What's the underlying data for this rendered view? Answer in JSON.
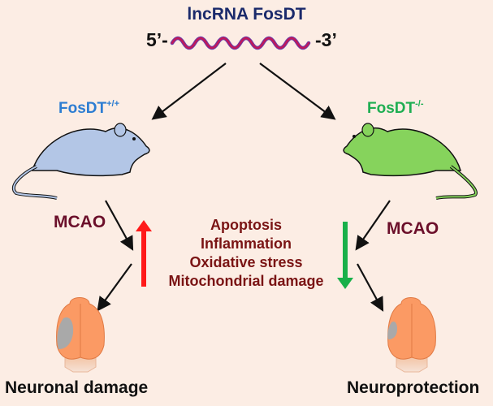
{
  "title": "lncRNA FosDT",
  "rna": {
    "five_prime": "5’-",
    "three_prime": "-3’"
  },
  "left": {
    "genotype": "FosDT",
    "genotype_sup": "+/+",
    "treatment": "MCAO",
    "trend": "up",
    "outcome": "Neuronal damage",
    "lesion_size": "large"
  },
  "right": {
    "genotype": "FosDT",
    "genotype_sup": "-/-",
    "treatment": "MCAO",
    "trend": "down",
    "outcome": "Neuroprotection",
    "lesion_size": "small"
  },
  "effects": [
    "Apoptosis",
    "Inflammation",
    "Oxidative stress",
    "Mitochondrial damage"
  ],
  "colors": {
    "background": "#fcede4",
    "title": "#1b2a6b",
    "wt_label": "#2d7dd2",
    "ko_label": "#1fae52",
    "wt_mouse": "#b3c6e6",
    "ko_mouse": "#86d35c",
    "up_arrow": "#ff1a1a",
    "down_arrow": "#18b04a",
    "brain": "#fb9a64",
    "lesion": "#a9a9a9",
    "effects_text": "#7a1414",
    "mcao_text": "#6b0f2a",
    "rna_wave": "#c0185a"
  }
}
